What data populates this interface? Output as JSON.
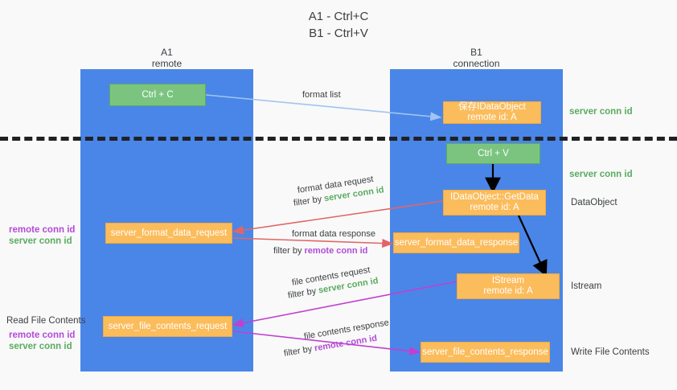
{
  "title": {
    "line1": "A1 - Ctrl+C",
    "line2": "B1 - Ctrl+V"
  },
  "columns": [
    {
      "name": "A1",
      "sub": "remote"
    },
    {
      "name": "B1",
      "sub": "connection"
    }
  ],
  "nodes": {
    "ctrl_c": "Ctrl + C",
    "ctrl_v": "Ctrl + V",
    "save_idataobject_l1": "保存IDataObject",
    "save_idataobject_l2": "remote id: A",
    "getdata_l1": "IDataObject::GetData",
    "getdata_l2": "remote id: A",
    "istream_l1": "IStream",
    "istream_l2": "remote id: A",
    "server_format_data_request": "server_format_data_request",
    "server_format_data_response": "server_format_data_response",
    "server_file_contents_request": "server_file_contents_request",
    "server_file_contents_response": "server_file_contents_response"
  },
  "right_labels": {
    "server_conn_id_top": "server conn id",
    "server_conn_id_mid": "server conn id",
    "data_object": "DataObject",
    "istream": "Istream",
    "write_file_contents": "Write File Contents"
  },
  "left_labels": {
    "remote_conn_id_1": "remote conn id",
    "server_conn_id_1": "server conn id",
    "read_file_contents": "Read File Contents",
    "remote_conn_id_2": "remote conn id",
    "server_conn_id_2": "server conn id"
  },
  "edges": {
    "format_list": "format list",
    "format_data_request": "format data request",
    "filter_by": "filter by",
    "server_conn_id": "server conn id",
    "format_data_response": "format data response",
    "remote_conn_id": "remote conn id",
    "file_contents_request": "file contents request",
    "file_contents_response": "file contents response"
  },
  "colors": {
    "panel_blue": "#4a86e8",
    "node_green": "#7bc47f",
    "node_orange": "#fbbc5c",
    "accent_green_text": "#5aab61",
    "accent_purple_text": "#b24bd8",
    "arrow_lightblue": "#9fc5f0",
    "arrow_red": "#e06666",
    "arrow_magenta": "#c040d0",
    "arrow_black": "#000000",
    "background": "#f9f9f9"
  }
}
